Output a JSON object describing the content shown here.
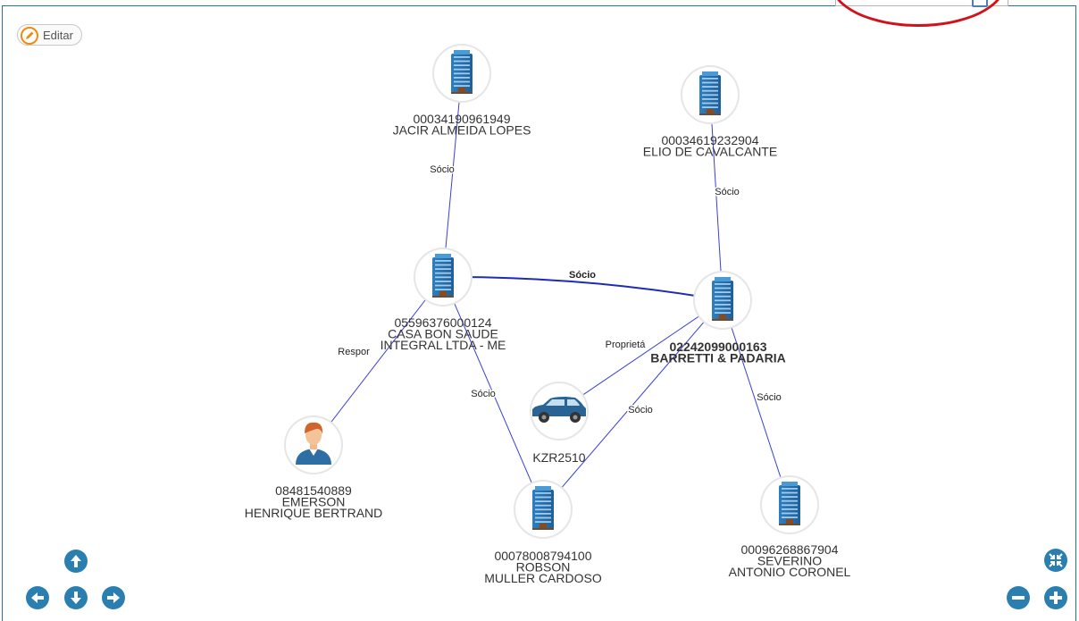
{
  "toolbar": {
    "edit_label": "Editar"
  },
  "graph": {
    "nodes": [
      {
        "id": "n1",
        "kind": "company",
        "lines": [
          "00034190961949",
          "JACIR ALMEIDA LOPES"
        ]
      },
      {
        "id": "n2",
        "kind": "company",
        "lines": [
          "00034619232904",
          "ELIO DE CAVALCANTE"
        ]
      },
      {
        "id": "n3",
        "kind": "company",
        "lines": [
          "05596376000124",
          "CASA BON SAUDE",
          "INTEGRAL LTDA - ME"
        ]
      },
      {
        "id": "n4",
        "kind": "company",
        "bold": true,
        "lines": [
          "02242099000163",
          "BARRETTI & PADARIA"
        ]
      },
      {
        "id": "n5",
        "kind": "person",
        "lines": [
          "08481540889",
          "EMERSON",
          "HENRIQUE BERTRAND"
        ]
      },
      {
        "id": "n6",
        "kind": "vehicle",
        "lines": [
          "KZR2510"
        ]
      },
      {
        "id": "n7",
        "kind": "company",
        "lines": [
          "00078008794100",
          "ROBSON",
          "MULLER CARDOSO"
        ]
      },
      {
        "id": "n8",
        "kind": "company",
        "lines": [
          "00096268867904",
          "SEVERINO",
          "ANTONIO CORONEL"
        ]
      }
    ],
    "edges": [
      {
        "from": "n1",
        "to": "n3",
        "label": "Sócio"
      },
      {
        "from": "n2",
        "to": "n4",
        "label": "Sócio"
      },
      {
        "from": "n3",
        "to": "n4",
        "label": "Sócio",
        "bold": true
      },
      {
        "from": "n3",
        "to": "n5",
        "label": "Respor"
      },
      {
        "from": "n3",
        "to": "n7",
        "label": "Sócio"
      },
      {
        "from": "n4",
        "to": "n6",
        "label": "Proprietá"
      },
      {
        "from": "n4",
        "to": "n7",
        "label": "Sócio"
      },
      {
        "from": "n4",
        "to": "n8",
        "label": "Sócio"
      }
    ]
  },
  "controls": {
    "up": "arrow-up-icon",
    "left": "arrow-left-icon",
    "down": "arrow-down-icon",
    "right": "arrow-right-icon",
    "fit": "compress-icon",
    "zoom_out": "minus-icon",
    "zoom_in": "plus-icon"
  },
  "colors": {
    "accent": "#2a7fb0",
    "edge": "#3a3fd8",
    "edge_bold": "#1f2bb8",
    "frame": "#2e6f8e",
    "annotation": "#d0121b"
  }
}
